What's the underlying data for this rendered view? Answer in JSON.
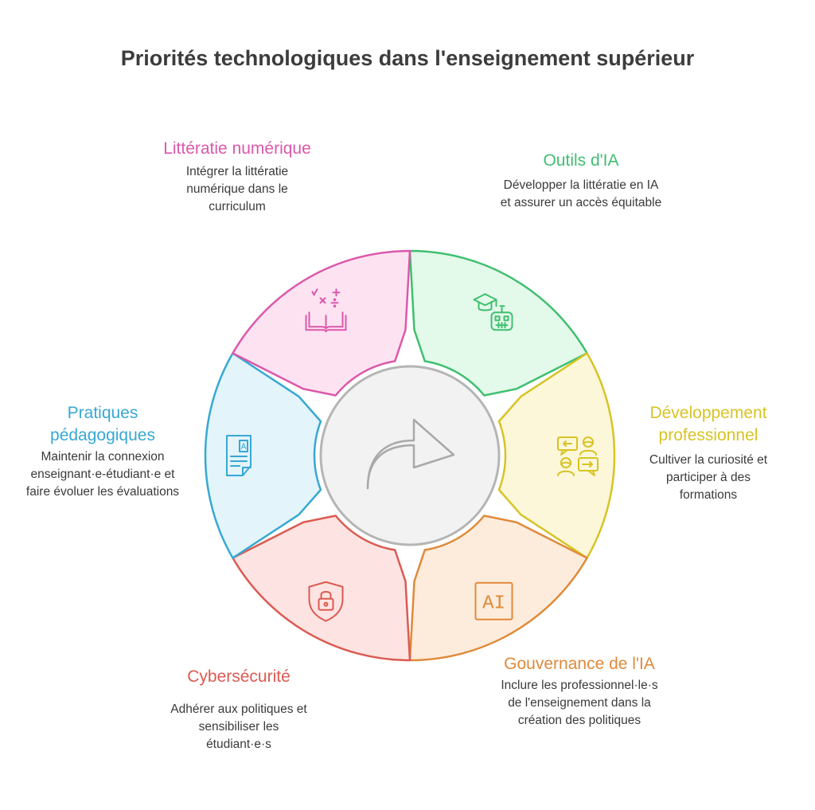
{
  "title": "Priorités technologiques dans l'enseignement supérieur",
  "center": {
    "icon": "arrow-turn-right-icon"
  },
  "segments": [
    {
      "title": "Outils d'IA",
      "desc": "Développer la littératie en IA et assurer un accès équitable",
      "icon": "graduation-robot-icon",
      "stroke": "#3fbf6f",
      "fill": "#e3f9ea"
    },
    {
      "title": "Développement professionnel",
      "desc": "Cultiver la curiosité et participer à des formations",
      "icon": "people-chat-icon",
      "stroke": "#d8c324",
      "fill": "#fcf7d9"
    },
    {
      "title": "Gouvernance de l'IA",
      "desc": "Inclure les professionnel·le·s de l'enseignement dans la création des politiques",
      "icon": "ai-chip-icon",
      "icon_text": "AI",
      "stroke": "#df8a3a",
      "fill": "#fdecdc"
    },
    {
      "title": "Cybersécurité",
      "desc": "Adhérer aux politiques et sensibiliser les étudiant·e·s",
      "icon": "shield-lock-icon",
      "stroke": "#db5a52",
      "fill": "#fde4e2"
    },
    {
      "title": "Pratiques pédagogiques",
      "desc": "Maintenir la connexion enseignant·e-étudiant·e et faire évoluer les évaluations",
      "icon": "document-icon",
      "icon_text": "A",
      "stroke": "#37a8d3",
      "fill": "#e3f4fb"
    },
    {
      "title": "Littératie numérique",
      "desc": "Intégrer la littératie numérique dans le curriculum",
      "icon": "math-book-icon",
      "stroke": "#db58aa",
      "fill": "#fde3f2"
    }
  ]
}
